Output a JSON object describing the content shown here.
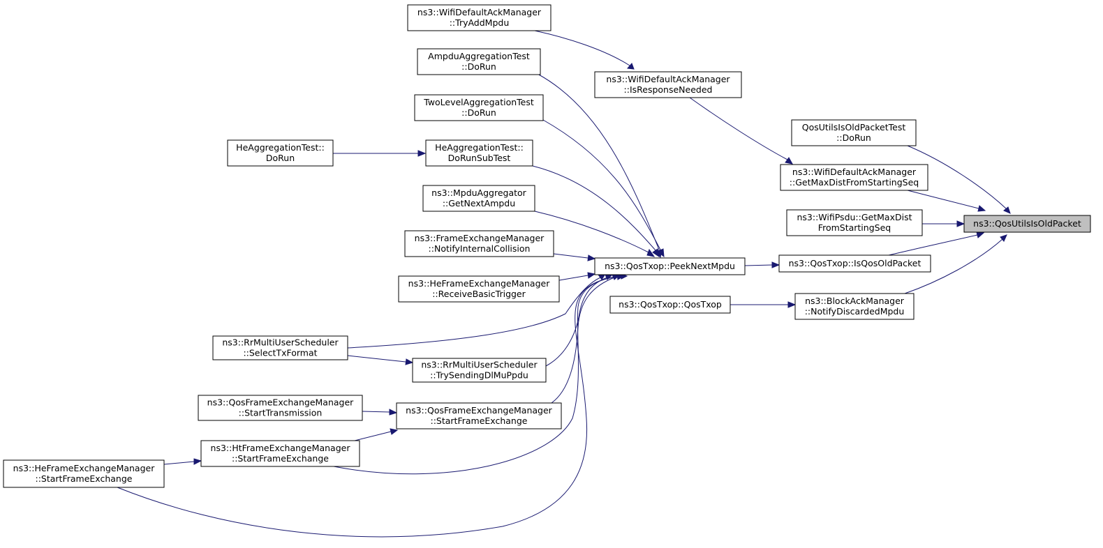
{
  "diagram": {
    "type": "call-graph",
    "nodes": [
      {
        "id": "qosutils_isold",
        "lines": [
          "ns3::QosUtilsIsOldPacket"
        ],
        "focus": true
      },
      {
        "id": "tryaddmpdu",
        "lines": [
          "ns3::WifiDefaultAckManager",
          "::TryAddMpdu"
        ]
      },
      {
        "id": "ampdu_test",
        "lines": [
          "AmpduAggregationTest",
          "::DoRun"
        ]
      },
      {
        "id": "isresponseneeded",
        "lines": [
          "ns3::WifiDefaultAckManager",
          "::IsResponseNeeded"
        ]
      },
      {
        "id": "twolevel_test",
        "lines": [
          "TwoLevelAggregationTest",
          "::DoRun"
        ]
      },
      {
        "id": "qosutils_test",
        "lines": [
          "QosUtilsIsOldPacketTest",
          "::DoRun"
        ]
      },
      {
        "id": "he_test_dorun",
        "lines": [
          "HeAggregationTest::",
          "DoRun"
        ]
      },
      {
        "id": "he_test_subtest",
        "lines": [
          "HeAggregationTest::",
          "DoRunSubTest"
        ]
      },
      {
        "id": "getmaxdist_ack",
        "lines": [
          "ns3::WifiDefaultAckManager",
          "::GetMaxDistFromStartingSeq"
        ]
      },
      {
        "id": "getnextampdu",
        "lines": [
          "ns3::MpduAggregator",
          "::GetNextAmpdu"
        ]
      },
      {
        "id": "psdu_getmaxdist",
        "lines": [
          "ns3::WifiPsdu::GetMaxDist",
          "FromStartingSeq"
        ]
      },
      {
        "id": "notifyinternal",
        "lines": [
          "ns3::FrameExchangeManager",
          "::NotifyInternalCollision"
        ]
      },
      {
        "id": "peeknextmpdu",
        "lines": [
          "ns3::QosTxop::PeekNextMpdu"
        ]
      },
      {
        "id": "isqosoldpacket",
        "lines": [
          "ns3::QosTxop::IsQosOldPacket"
        ]
      },
      {
        "id": "receivebasictrigger",
        "lines": [
          "ns3::HeFrameExchangeManager",
          "::ReceiveBasicTrigger"
        ]
      },
      {
        "id": "qostxop_ctor",
        "lines": [
          "ns3::QosTxop::QosTxop"
        ]
      },
      {
        "id": "notifydiscarded",
        "lines": [
          "ns3::BlockAckManager",
          "::NotifyDiscardedMpdu"
        ]
      },
      {
        "id": "selecttxformat",
        "lines": [
          "ns3::RrMultiUserScheduler",
          "::SelectTxFormat"
        ]
      },
      {
        "id": "trysendingdlmu",
        "lines": [
          "ns3::RrMultiUserScheduler",
          "::TrySendingDlMuPpdu"
        ]
      },
      {
        "id": "qos_starttx",
        "lines": [
          "ns3::QosFrameExchangeManager",
          "::StartTransmission"
        ]
      },
      {
        "id": "qos_startfe",
        "lines": [
          "ns3::QosFrameExchangeManager",
          "::StartFrameExchange"
        ]
      },
      {
        "id": "ht_startfe",
        "lines": [
          "ns3::HtFrameExchangeManager",
          "::StartFrameExchange"
        ]
      },
      {
        "id": "he_startfe",
        "lines": [
          "ns3::HeFrameExchangeManager",
          "::StartFrameExchange"
        ]
      }
    ],
    "edges": [
      {
        "from": "tryaddmpdu",
        "to": "isresponseneeded"
      },
      {
        "from": "isresponseneeded",
        "to": "getmaxdist_ack"
      },
      {
        "from": "he_test_dorun",
        "to": "he_test_subtest"
      },
      {
        "from": "ampdu_test",
        "to": "peeknextmpdu"
      },
      {
        "from": "twolevel_test",
        "to": "peeknextmpdu"
      },
      {
        "from": "he_test_subtest",
        "to": "peeknextmpdu"
      },
      {
        "from": "getnextampdu",
        "to": "peeknextmpdu"
      },
      {
        "from": "notifyinternal",
        "to": "peeknextmpdu"
      },
      {
        "from": "receivebasictrigger",
        "to": "peeknextmpdu"
      },
      {
        "from": "selecttxformat",
        "to": "peeknextmpdu"
      },
      {
        "from": "trysendingdlmu",
        "to": "peeknextmpdu"
      },
      {
        "from": "qos_startfe",
        "to": "peeknextmpdu"
      },
      {
        "from": "ht_startfe",
        "to": "peeknextmpdu"
      },
      {
        "from": "he_startfe",
        "to": "peeknextmpdu"
      },
      {
        "from": "selecttxformat",
        "to": "trysendingdlmu"
      },
      {
        "from": "qos_starttx",
        "to": "qos_startfe"
      },
      {
        "from": "ht_startfe",
        "to": "qos_startfe"
      },
      {
        "from": "he_startfe",
        "to": "ht_startfe"
      },
      {
        "from": "peeknextmpdu",
        "to": "isqosoldpacket"
      },
      {
        "from": "qostxop_ctor",
        "to": "notifydiscarded"
      },
      {
        "from": "qosutils_test",
        "to": "qosutils_isold"
      },
      {
        "from": "getmaxdist_ack",
        "to": "qosutils_isold"
      },
      {
        "from": "psdu_getmaxdist",
        "to": "qosutils_isold"
      },
      {
        "from": "isqosoldpacket",
        "to": "qosutils_isold"
      },
      {
        "from": "notifydiscarded",
        "to": "qosutils_isold"
      }
    ]
  },
  "colors": {
    "edge": "#191970",
    "node_border": "#000000",
    "node_fill": "#ffffff",
    "focus_fill": "#bfbfbf"
  }
}
